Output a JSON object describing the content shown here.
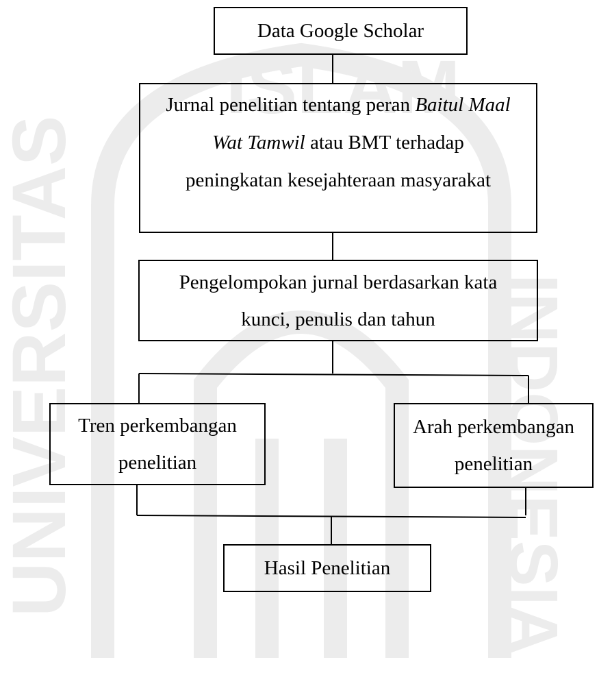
{
  "watermark": {
    "color": "#e8e8e8",
    "left_text": "UNIVERSITAS",
    "top_text": "ISLAM",
    "right_text": "INDONESIA"
  },
  "nodes": {
    "data_source": {
      "label": "Data Google Scholar"
    },
    "journal_topic": {
      "line1_prefix": "Jurnal penelitian tentang peran ",
      "line1_italic": "Baitul Maal",
      "line2_italic": "Wat Tamwil",
      "line2_suffix": " atau BMT terhadap",
      "line3": "peningkatan kesejahteraan masyarakat"
    },
    "grouping": {
      "line1": "Pengelompokan jurnal berdasarkan kata",
      "line2": "kunci, penulis dan tahun"
    },
    "trend": {
      "line1": "Tren perkembangan",
      "line2": "penelitian"
    },
    "direction": {
      "line1": "Arah perkembangan",
      "line2": "penelitian"
    },
    "result": {
      "label": "Hasil Penelitian"
    }
  }
}
